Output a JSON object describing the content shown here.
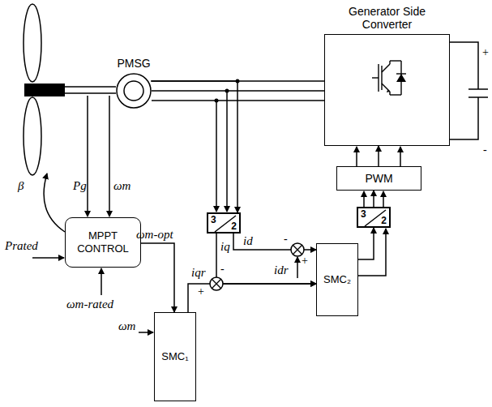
{
  "diagram": {
    "nodes": [
      {
        "text": [
          "Generator Side Converter"
        ]
      },
      {
        "text": [
          "PMSG"
        ]
      },
      {
        "text": [
          "MPPT CONTROL"
        ]
      },
      {
        "text": [
          "3",
          "2"
        ]
      },
      {
        "text": [
          "PWM"
        ]
      },
      {
        "text": [
          "3",
          "2"
        ]
      },
      {
        "text": [
          "SMC₂"
        ]
      },
      {
        "text": [
          "SMC₁"
        ]
      }
    ],
    "edges": [
      {
        "from": 1,
        "to": 0,
        "arrow": "none"
      },
      {
        "from": 1,
        "to": 3,
        "arrow": "to"
      },
      {
        "from": 2,
        "to": 7,
        "arrow": "to"
      },
      {
        "from": 7,
        "to": 6,
        "arrow": "to"
      },
      {
        "from": 3,
        "to": 6,
        "arrow": "to"
      },
      {
        "from": 3,
        "to": 6,
        "arrow": "to"
      },
      {
        "from": 6,
        "to": 5,
        "arrow": "to"
      },
      {
        "from": 5,
        "to": 4,
        "arrow": "to"
      },
      {
        "from": 4,
        "to": 0,
        "arrow": "to"
      }
    ],
    "labels": [
      "β",
      "Pg",
      "ωm",
      "Prated",
      "ωm-rated",
      "ωm-opt",
      "ωm",
      "iqr",
      "+",
      "-",
      "iq",
      "id",
      "-",
      "idr",
      "+",
      "+",
      "-"
    ]
  }
}
